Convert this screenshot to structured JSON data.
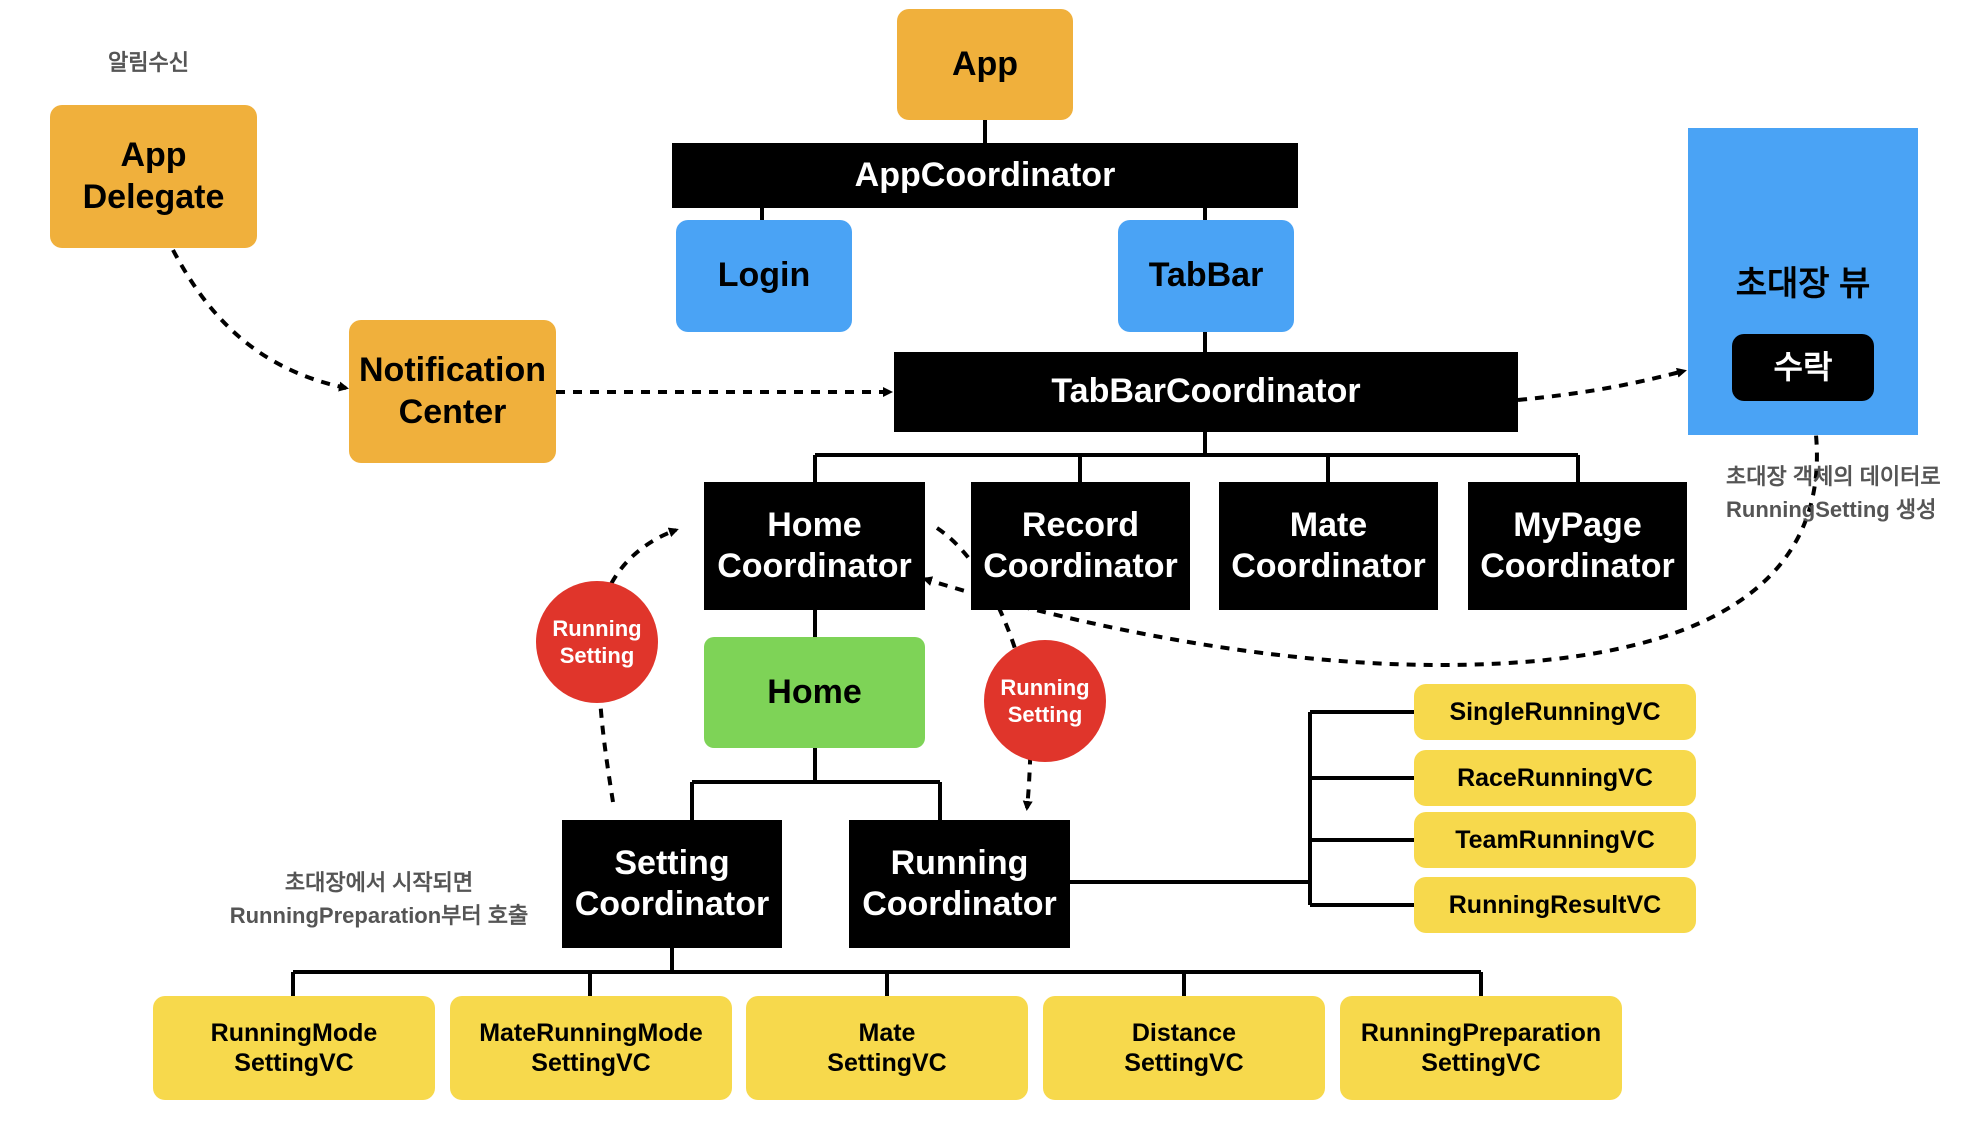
{
  "colors": {
    "orange": "#f0b03c",
    "blue": "#4aa3f5",
    "black": "#000000",
    "green": "#7ed357",
    "yellow": "#f7d94c",
    "red": "#e0352b"
  },
  "labels": {
    "notification_caption": "알림수신",
    "app": "App",
    "app_delegate": "App\nDelegate",
    "notification_center": "Notification\nCenter",
    "app_coordinator": "AppCoordinator",
    "login": "Login",
    "tabbar": "TabBar",
    "tabbar_coordinator": "TabBarCoordinator",
    "invite_view_title": "초대장 뷰",
    "accept_button": "수락",
    "invite_note": "초대장 객체의 데이터로\nRunningSetting 생성",
    "home_coordinator": "Home\nCoordinator",
    "record_coordinator": "Record\nCoordinator",
    "mate_coordinator": "Mate\nCoordinator",
    "mypage_coordinator": "MyPage\nCoordinator",
    "home": "Home",
    "running_setting_left": "Running\nSetting",
    "running_setting_right": "Running\nSetting",
    "setting_coordinator": "Setting\nCoordinator",
    "running_coordinator": "Running\nCoordinator",
    "setting_note": "초대장에서 시작되면\nRunningPreparation부터 호출",
    "single_running_vc": "SingleRunningVC",
    "race_running_vc": "RaceRunningVC",
    "team_running_vc": "TeamRunningVC",
    "running_result_vc": "RunningResultVC",
    "running_mode_setting_vc": "RunningMode\nSettingVC",
    "mate_running_mode_setting_vc": "MateRunningMode\nSettingVC",
    "mate_setting_vc": "Mate\nSettingVC",
    "distance_setting_vc": "Distance\nSettingVC",
    "running_preparation_setting_vc": "RunningPreparation\nSettingVC"
  }
}
